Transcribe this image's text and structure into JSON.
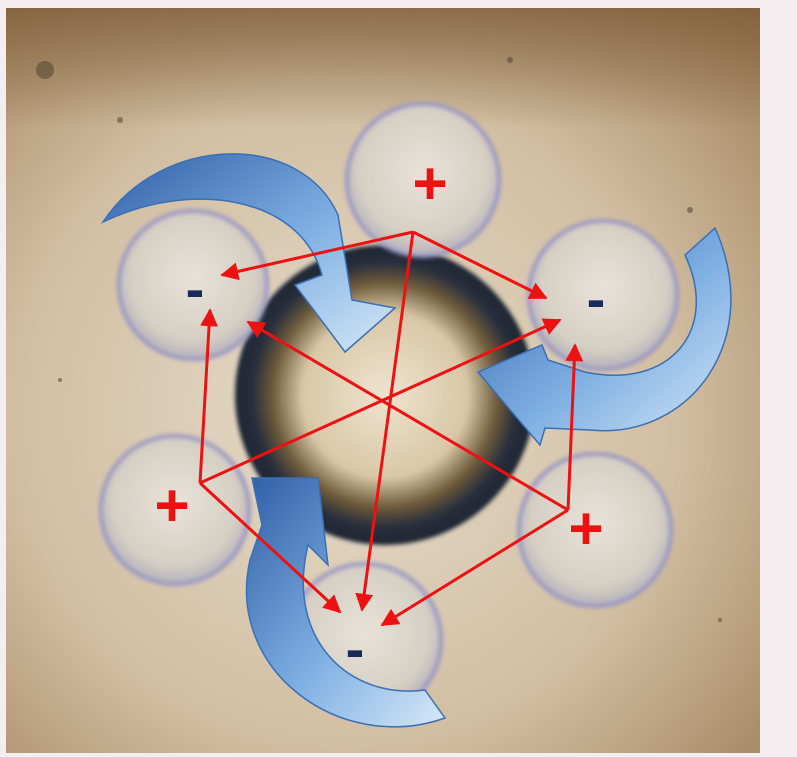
{
  "colors": {
    "page_background": "#f4eef1",
    "arrow_red": "#ee1111",
    "plus_red": "#ee1111",
    "minus_navy": "#1a2a5a",
    "rotation_arrow_blue": "#4f86c9"
  },
  "electrodes": [
    {
      "id": "top",
      "sign": "+"
    },
    {
      "id": "upper-right",
      "sign": "-"
    },
    {
      "id": "lower-right",
      "sign": "+"
    },
    {
      "id": "bottom",
      "sign": "-"
    },
    {
      "id": "lower-left",
      "sign": "+"
    },
    {
      "id": "upper-left",
      "sign": "-"
    }
  ],
  "connections": [
    {
      "from": "top",
      "to": "upper-left"
    },
    {
      "from": "top",
      "to": "upper-right"
    },
    {
      "from": "top",
      "to": "bottom"
    },
    {
      "from": "lower-left",
      "to": "upper-left"
    },
    {
      "from": "lower-left",
      "to": "upper-right"
    },
    {
      "from": "lower-left",
      "to": "bottom"
    },
    {
      "from": "lower-right",
      "to": "upper-left"
    },
    {
      "from": "lower-right",
      "to": "upper-right"
    },
    {
      "from": "lower-right",
      "to": "bottom"
    }
  ],
  "rotation_arrows": [
    {
      "id": "top",
      "icon": "curved-arrow-icon"
    },
    {
      "id": "right",
      "icon": "curved-arrow-icon"
    },
    {
      "id": "bottom-left",
      "icon": "curved-arrow-icon"
    }
  ]
}
